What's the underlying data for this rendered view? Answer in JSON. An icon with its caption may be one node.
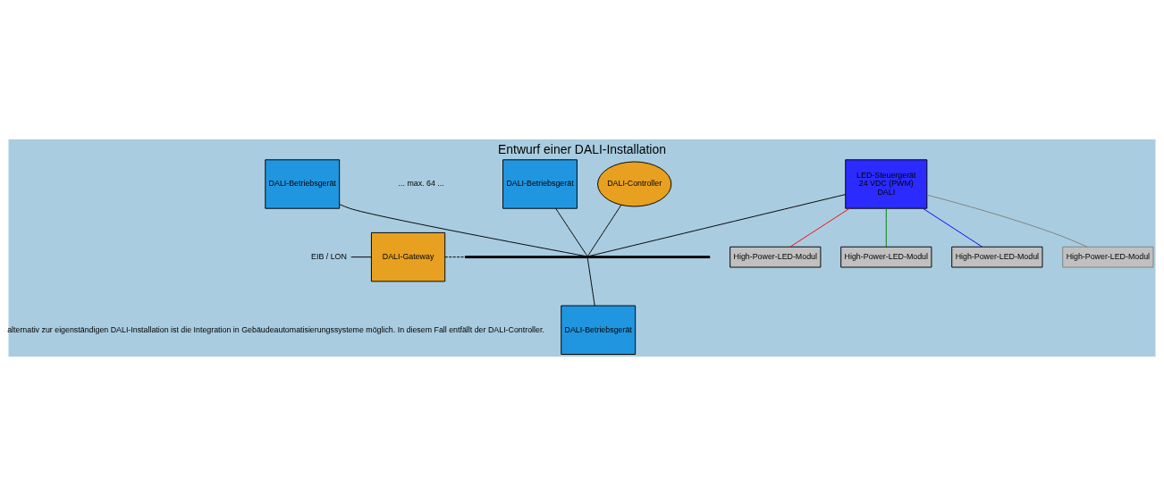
{
  "diagram": {
    "title": "Entwurf einer DALI-Installation",
    "nodes": [
      {
        "text": [
          "DALI-Controller"
        ]
      },
      {
        "text": [
          "DALI-Betriebsgerät"
        ]
      },
      {
        "text": [
          "DALI-Betriebsgerät"
        ]
      },
      {
        "text": [
          "LED-Steuergerät",
          "24 VDC (PWM)",
          "DALI"
        ]
      },
      {
        "text": [
          "High-Power-LED-Modul"
        ]
      },
      {
        "text": [
          "High-Power-LED-Modul"
        ]
      },
      {
        "text": [
          "High-Power-LED-Modul"
        ]
      },
      {
        "text": [
          "High-Power-LED-Modul"
        ]
      },
      {
        "text": [
          "EIB / LON"
        ]
      },
      {
        "text": [
          "DALI-Gateway"
        ]
      },
      {
        "text": [],
        "shape": "bar"
      },
      {
        "text": [
          "DALI-Betriebsgerät"
        ]
      }
    ],
    "edges": [
      {
        "from": 8,
        "to": 9,
        "arrow": "none"
      },
      {
        "from": 9,
        "to": 10,
        "arrow": "none",
        "style": "dashed"
      },
      {
        "from": 0,
        "to": 10,
        "arrow": "none"
      },
      {
        "from": 1,
        "to": 10,
        "arrow": "none"
      },
      {
        "from": 2,
        "to": 10,
        "arrow": "none"
      },
      {
        "from": 3,
        "to": 10,
        "arrow": "none"
      },
      {
        "from": 10,
        "to": 11,
        "arrow": "none"
      },
      {
        "from": 3,
        "to": 4,
        "arrow": "none",
        "color": "#ff0000"
      },
      {
        "from": 3,
        "to": 5,
        "arrow": "none",
        "color": "#008000"
      },
      {
        "from": 3,
        "to": 6,
        "arrow": "none",
        "color": "#0000ff"
      },
      {
        "from": 3,
        "to": 7,
        "arrow": "none",
        "color": "#808080"
      }
    ],
    "labels": [
      "... max. 64 ...",
      "alternativ zur eigenständigen DALI-Installation ist die Integration in Gebäudeautomatisierungssysteme möglich. In diesem Fall entfällt der DALI-Controller."
    ]
  }
}
